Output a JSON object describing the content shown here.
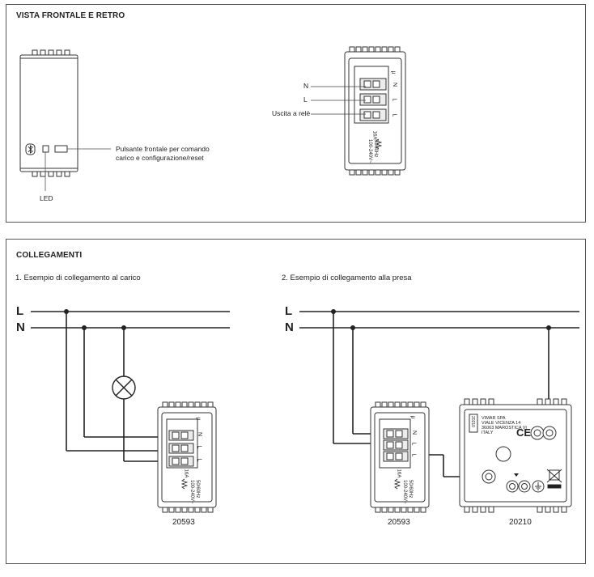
{
  "front_back": {
    "title": "VISTA FRONTALE E RETRO",
    "button_label_line1": "Pulsante frontale per comando",
    "button_label_line2": "carico e configurazione/reset",
    "led_label": "LED",
    "terminal_n": "N",
    "terminal_l": "L",
    "relay_output": "Uscita a relè",
    "rating": "16A",
    "voltage": "100-240V~",
    "frequency": "50/60Hz",
    "term_mark_top": "μ",
    "term_mark_n": "N",
    "term_mark_l1": "L",
    "term_mark_l2": "L"
  },
  "connections": {
    "title": "COLLEGAMENTI",
    "example1": "1. Esempio di collegamento al carico",
    "example2": "2. Esempio di collegamento alla presa",
    "line_l": "L",
    "line_n": "N",
    "device1_code": "20593",
    "device2_code": "20593",
    "socket_code": "20210",
    "socket_address_line1": "VIMAR SPA",
    "socket_address_line2": "VIALE VICENZA 14",
    "socket_address_line3": "36063 MAROSTICA VI",
    "socket_address_line4": "ITALY",
    "socket_ce": "CE",
    "socket_side_label": "20210",
    "colors": {
      "wire": "#222222",
      "device_fill": "#ffffff",
      "terminal_fill": "#ececec"
    }
  }
}
